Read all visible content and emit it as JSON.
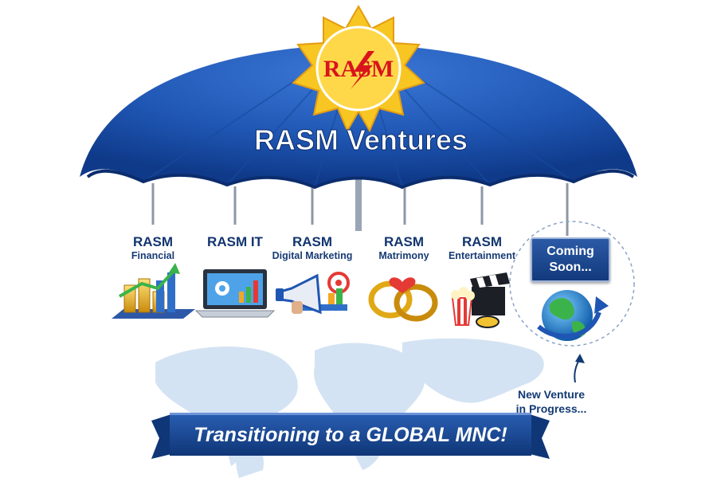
{
  "brand": {
    "logo_text": "RASM",
    "umbrella_title": "RASM Ventures"
  },
  "ventures": [
    {
      "line1": "RASM",
      "line2": "Financial",
      "icon": "financial-growth-icon"
    },
    {
      "line1": "RASM IT",
      "line2": "",
      "icon": "laptop-analytics-icon"
    },
    {
      "line1": "RASM",
      "line2": "Digital Marketing",
      "icon": "megaphone-target-icon"
    },
    {
      "line1": "RASM",
      "line2": "Matrimony",
      "icon": "wedding-rings-icon"
    },
    {
      "line1": "RASM",
      "line2": "Entertainment",
      "icon": "clapperboard-popcorn-icon"
    }
  ],
  "coming_soon": {
    "line1": "Coming",
    "line2": "Soon..."
  },
  "new_venture": {
    "line1": "New Venture",
    "line2": "in Progress..."
  },
  "banner": {
    "text": "Transitioning to a GLOBAL MNC!"
  },
  "colors": {
    "umbrella_blue": "#1f56b3",
    "umbrella_dark": "#0f3a8a",
    "sun_yellow": "#f7c623",
    "logo_red": "#d8141c",
    "banner_navy": "#163f86",
    "text_navy": "#12356f"
  }
}
